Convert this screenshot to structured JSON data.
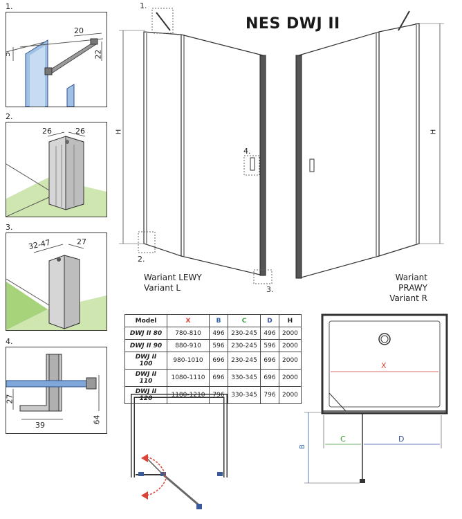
{
  "title": "NES DWJ II",
  "details": {
    "d1": {
      "num": "1.",
      "dim_a": "20",
      "dim_b": "5",
      "dim_c": "22"
    },
    "d2": {
      "num": "2.",
      "dim_a": "26",
      "dim_b": "26"
    },
    "d3": {
      "num": "3.",
      "dim_a": "32-47",
      "dim_b": "27"
    },
    "d4": {
      "num": "4.",
      "dim_a": "27",
      "dim_b": "39",
      "dim_c": "64"
    }
  },
  "main": {
    "callout_1": "1.",
    "callout_2": "2.",
    "callout_3": "3.",
    "callout_4": "4.",
    "h_left": "H",
    "h_right": "H",
    "variant_left": [
      "Wariant LEWY",
      "Variant L"
    ],
    "variant_right": [
      "Wariant PRAWY",
      "Variant R"
    ]
  },
  "colors": {
    "x": "#d9433a",
    "b": "#2b5fa6",
    "c": "#3c9a3c",
    "d": "#3a4fa0",
    "glass": "#a9c8e8",
    "floor": "#c9e3a8"
  },
  "table": {
    "headers": [
      "Model",
      "X",
      "B",
      "C",
      "D",
      "H"
    ],
    "rows": [
      [
        "DWJ II 80",
        "780-810",
        "496",
        "230-245",
        "496",
        "2000"
      ],
      [
        "DWJ II 90",
        "880-910",
        "596",
        "230-245",
        "596",
        "2000"
      ],
      [
        "DWJ II 100",
        "980-1010",
        "696",
        "230-245",
        "696",
        "2000"
      ],
      [
        "DWJ II 110",
        "1080-1110",
        "696",
        "330-345",
        "696",
        "2000"
      ],
      [
        "DWJ II 120",
        "1180-1210",
        "796",
        "330-345",
        "796",
        "2000"
      ]
    ]
  },
  "plan": {
    "x": "X",
    "b": "B",
    "c": "C",
    "d": "D"
  }
}
